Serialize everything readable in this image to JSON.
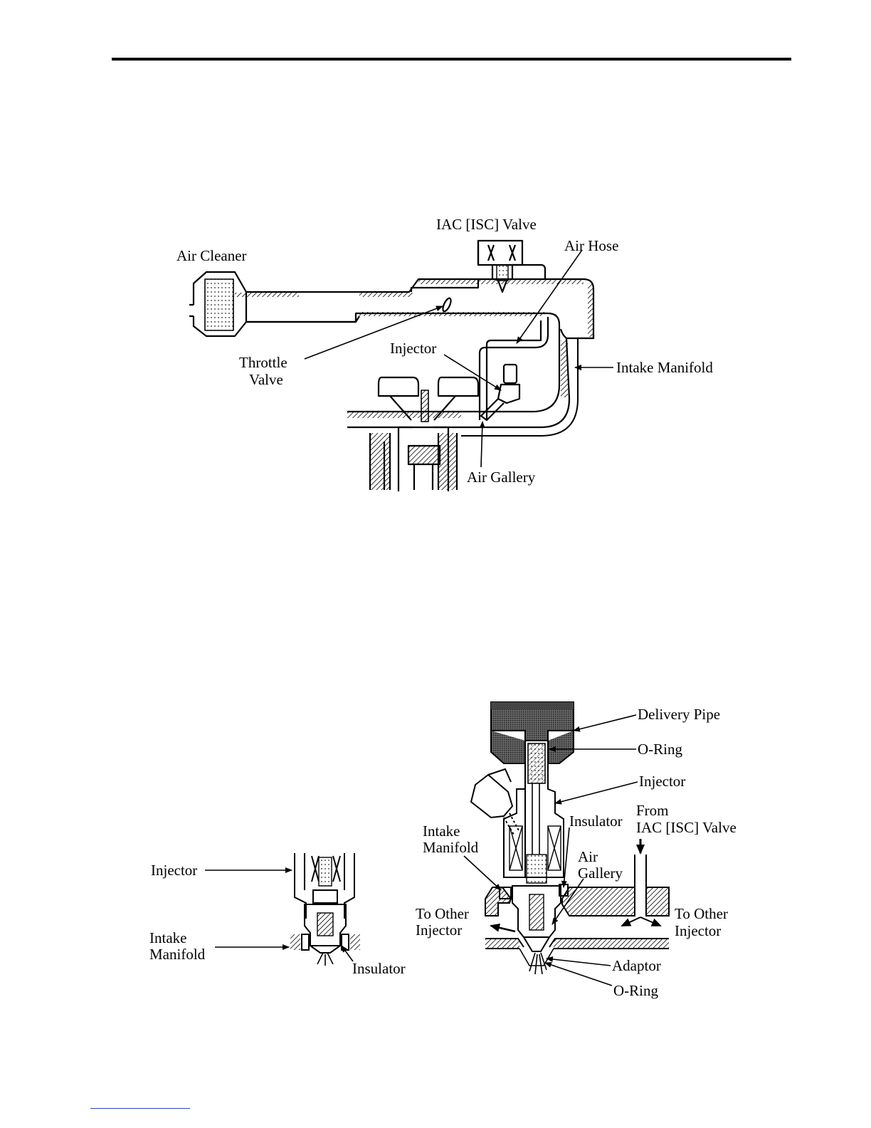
{
  "diagram1": {
    "labels": {
      "iac_valve": "IAC [ISC] Valve",
      "air_cleaner": "Air Cleaner",
      "air_hose": "Air Hose",
      "throttle_1": "Throttle",
      "throttle_2": "Valve",
      "injector": "Injector",
      "intake_manifold": "Intake Manifold",
      "air_gallery": "Air Gallery"
    }
  },
  "diagram2": {
    "labels": {
      "injector": "Injector",
      "intake_1": "Intake",
      "intake_2": "Manifold",
      "insulator": "Insulator"
    }
  },
  "diagram3": {
    "labels": {
      "delivery_pipe": "Delivery Pipe",
      "o_ring_top": "O-Ring",
      "injector": "Injector",
      "from": "From",
      "from_iac": "IAC [ISC] Valve",
      "insulator": "Insulator",
      "intake_1": "Intake",
      "intake_2": "Manifold",
      "air_1": "Air",
      "air_2": "Gallery",
      "to_other_left_1": "To Other",
      "to_other_left_2": "Injector",
      "to_other_right_1": "To Other",
      "to_other_right_2": "Injector",
      "adaptor": "Adaptor",
      "o_ring_bottom": "O-Ring"
    }
  }
}
